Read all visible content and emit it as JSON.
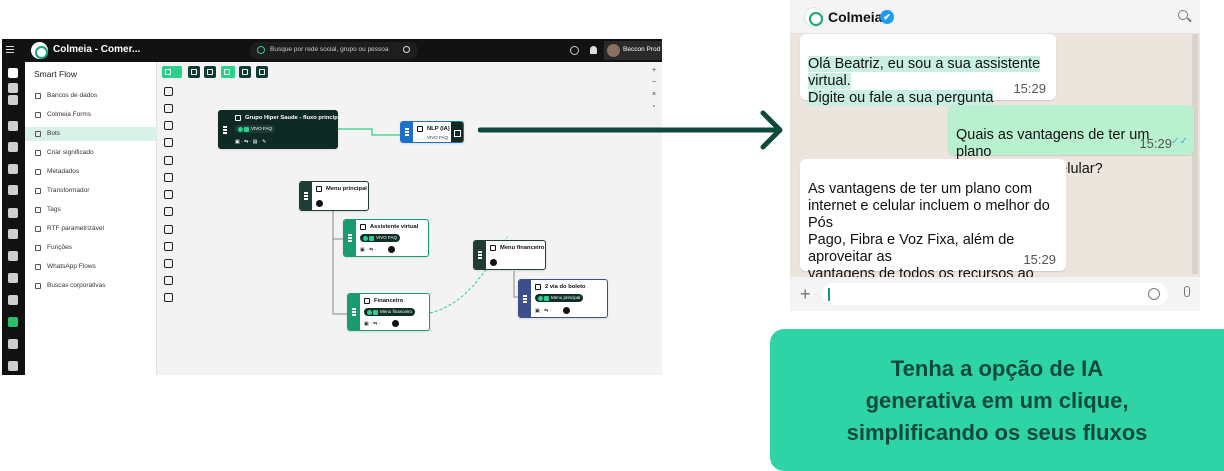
{
  "app": {
    "title": "Colmeia - Comer...",
    "search_placeholder": "Busque por rede social, grupo ou pessoa",
    "user_name": "Beccon Prod",
    "sidebar": {
      "title": "Smart Flow",
      "items": [
        {
          "label": "Bancos de dados",
          "icon": "database-icon"
        },
        {
          "label": "Colmeia Forms",
          "icon": "form-icon"
        },
        {
          "label": "Bots",
          "icon": "bot-icon",
          "active": true
        },
        {
          "label": "Criar significado",
          "icon": "meaning-icon"
        },
        {
          "label": "Metadados",
          "icon": "metadata-icon"
        },
        {
          "label": "Transformador",
          "icon": "transform-icon"
        },
        {
          "label": "Tags",
          "icon": "tag-icon"
        },
        {
          "label": "RTF parametrizável",
          "icon": "rtf-icon"
        },
        {
          "label": "Funções",
          "icon": "code-icon"
        },
        {
          "label": "WhatsApp Flows",
          "icon": "whatsapp-flows-icon"
        },
        {
          "label": "Buscas corporativas",
          "icon": "search-icon"
        }
      ]
    },
    "nodes": {
      "root": {
        "title": "Grupo Hiper Saude - fluxo principal",
        "pill": "VIVO FAQ"
      },
      "nlp": {
        "title": "NLP (IA)",
        "sub": "VIVO FAQ"
      },
      "menu_principal": {
        "title": "Menu principal"
      },
      "assistente": {
        "title": "Assistente virtual",
        "pill": "VIVO FAQ"
      },
      "financeiro": {
        "title": "Financeiro",
        "pill": "Menu financeiro"
      },
      "menu_financeiro": {
        "title": "Menu financeiro"
      },
      "boleto": {
        "title": "2 via do boleto",
        "pill": "Menu principal"
      }
    }
  },
  "whatsapp": {
    "contact_name": "Colmeia",
    "verified_mark": "✔",
    "messages": [
      {
        "from": "bot",
        "text_a": "Olá Beatriz, eu sou a  sua assistente\nvirtual.\nDigite ou fale a sua pergunta",
        "time": "15:29"
      },
      {
        "from": "user",
        "text_a": "Quais as vantagens de ter um plano\ncom internet e celular?",
        "time": "15:29",
        "ticks": "✓✓"
      },
      {
        "from": "bot",
        "text_a": "As vantagens de ter um plano com\ninternet e celular incluem o melhor do Pós\nPago, Fibra e Voz Fixa, além de aproveitar as\nvantagens de todos os recursos ao mesmo\ntempo, gastando menos em relação às\ncontratações feitas separadamente.",
        "time": "15:29"
      }
    ],
    "input_plus": "+"
  },
  "callout": {
    "text": "Tenha a opção de IA\ngenerativa em um clique,\nsimplificando os seus fluxos"
  },
  "colors": {
    "accent": "#2ed4a6",
    "dark_green": "#0d3d33",
    "callout_text": "#0d4a3b"
  }
}
